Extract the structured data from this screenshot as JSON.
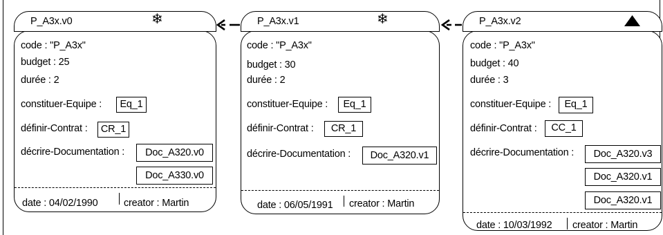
{
  "versions": [
    {
      "name": "P_A3x.v0",
      "state_icon": "snowflake-icon",
      "code": "code : \"P_A3x\"",
      "budget": "budget : 25",
      "duree": "durée : 2",
      "equipe_label": "constituer-Equipe :",
      "equipe": "Eq_1",
      "contrat_label": "définir-Contrat :",
      "contrat": "CR_1",
      "doc_label": "décrire-Documentation :",
      "docs": [
        "Doc_A320.v0",
        "Doc_A330.v0"
      ],
      "date": "date : 04/02/1990",
      "creator": "creator : Martin"
    },
    {
      "name": "P_A3x.v1",
      "state_icon": "snowflake-icon",
      "code": "code : \"P_A3x\"",
      "budget": "budget : 30",
      "duree": "durée : 2",
      "equipe_label": "constituer-Equipe :",
      "equipe": "Eq_1",
      "contrat_label": "définir-Contrat :",
      "contrat": "CR_1",
      "doc_label": "décrire-Documentation :",
      "docs": [
        "Doc_A320.v1"
      ],
      "date": "date : 06/05/1991",
      "creator": "creator : Martin"
    },
    {
      "name": "P_A3x.v2",
      "state_icon": "triangle-icon",
      "code": "code : \"P_A3x\"",
      "budget": "budget : 40",
      "duree": "durée : 3",
      "equipe_label": "constituer-Equipe :",
      "equipe": "Eq_1",
      "contrat_label": "définir-Contrat :",
      "contrat": "CC_1",
      "doc_label": "décrire-Documentation :",
      "docs": [
        "Doc_A320.v3",
        "Doc_A320.v1",
        "Doc_A320.v1"
      ],
      "date": "date : 10/03/1992",
      "creator": "creator : Martin"
    }
  ],
  "arrows": [
    {
      "from": "P_A3x.v1",
      "to": "P_A3x.v0"
    },
    {
      "from": "P_A3x.v2",
      "to": "P_A3x.v1"
    }
  ]
}
